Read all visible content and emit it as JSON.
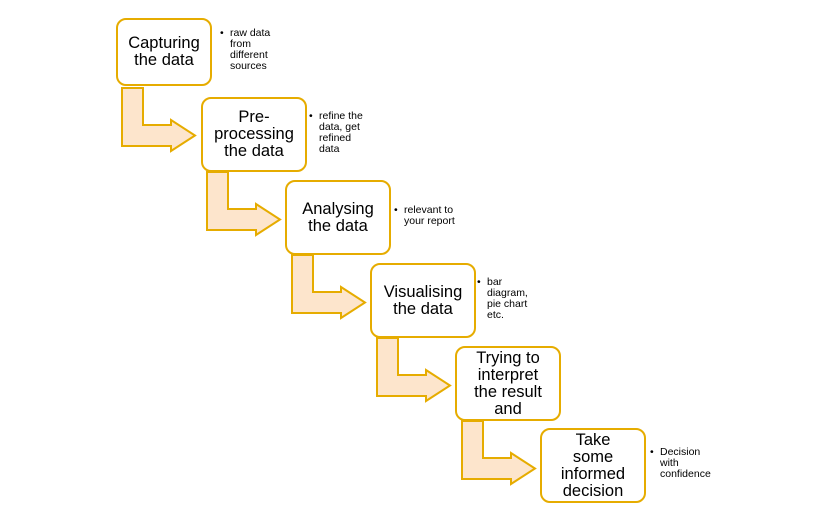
{
  "colors": {
    "border": "#E6AC00",
    "arrow_fill": "#FDE5CC",
    "arrow_stroke": "#E6AC00"
  },
  "steps": [
    {
      "title": "Capturing\nthe data",
      "note": "raw data\nfrom\ndifferent\nsources"
    },
    {
      "title": "Pre-\nprocessing\nthe data",
      "note": "refine the\ndata, get\nrefined\ndata"
    },
    {
      "title": "Analysing\nthe data",
      "note": "relevant to\nyour report"
    },
    {
      "title": "Visualising\nthe data",
      "note": "bar\ndiagram,\npie chart\netc."
    },
    {
      "title": "Trying to\ninterpret\nthe result\nand",
      "note": ""
    },
    {
      "title": "Take\nsome\ninformed\ndecision",
      "note": "Decision\nwith\nconfidence"
    }
  ],
  "bullet": "•"
}
